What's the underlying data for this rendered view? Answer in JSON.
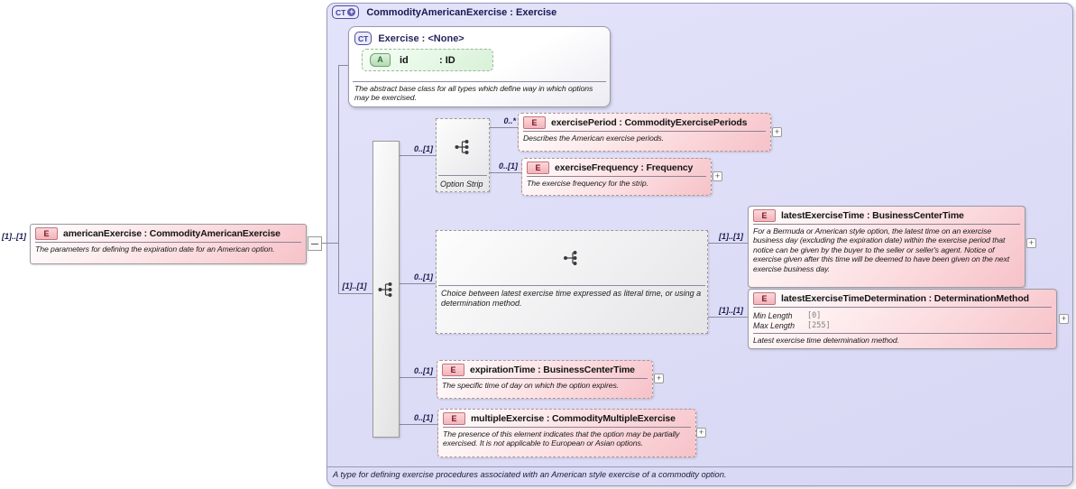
{
  "colors": {
    "container_fill": "#dcdcf6",
    "container_border": "#9a9ac2",
    "element_fill": "#f6c2c8",
    "element_border": "#ad9595",
    "attribute_fill": "#d8f1d8",
    "group_fill": "#ececee",
    "title_text": "#191950",
    "line": "#8a8a9e"
  },
  "icons": {
    "expand_glyph": "+",
    "derivation_glyph": "+"
  },
  "source_element": {
    "cardinality": "[1]..[1]",
    "badge": "E",
    "title": "americanExercise : CommodityAmericanExercise",
    "annotation": "The parameters for defining the expiration date for an American option."
  },
  "container": {
    "badge": "CT",
    "title": "CommodityAmericanExercise : Exercise",
    "footer": "A type for defining exercise procedures associated with an American style exercise of a commodity option."
  },
  "base_type": {
    "badge": "CT",
    "title": "Exercise : <None>",
    "attribute": {
      "badge": "A",
      "name": "id",
      "type": ": ID"
    },
    "annotation": "The abstract base class for all types which define way in which options may be exercised."
  },
  "content_model": {
    "cardinality": "[1]..[1]"
  },
  "groups": {
    "option_strip": {
      "cardinality": "0..[1]",
      "label": "Option Strip"
    },
    "choice": {
      "cardinality": "0..[1]",
      "annotation": "Choice between latest exercise time expressed as literal time, or using a determination method."
    }
  },
  "elements": {
    "exercisePeriod": {
      "cardinality": "0..*",
      "badge": "E",
      "title": "exercisePeriod : CommodityExercisePeriods",
      "annotation": "Describes the American exercise periods."
    },
    "exerciseFrequency": {
      "cardinality": "0..[1]",
      "badge": "E",
      "title": "exerciseFrequency : Frequency",
      "annotation": "The exercise frequency for the strip."
    },
    "latestExerciseTime": {
      "cardinality": "[1]..[1]",
      "badge": "E",
      "title": "latestExerciseTime : BusinessCenterTime",
      "annotation": "For a Bermuda or American style option, the latest time on an exercise business day (excluding the expiration date) within the exercise period that notice can be given by the buyer to the seller or seller's agent. Notice of exercise given after this time will be deemed to have been given on the next exercise business day."
    },
    "latestExerciseTimeDetermination": {
      "cardinality": "[1]..[1]",
      "badge": "E",
      "title": "latestExerciseTimeDetermination : DeterminationMethod",
      "facets": [
        {
          "label": "Min Length",
          "value": "[0]"
        },
        {
          "label": "Max Length",
          "value": "[255]"
        }
      ],
      "annotation": "Latest exercise time determination method."
    },
    "expirationTime": {
      "cardinality": "0..[1]",
      "badge": "E",
      "title": "expirationTime : BusinessCenterTime",
      "annotation": "The specific time of day on which the option expires."
    },
    "multipleExercise": {
      "cardinality": "0..[1]",
      "badge": "E",
      "title": "multipleExercise : CommodityMultipleExercise",
      "annotation": "The presence of this element indicates that the option may be partially exercised. It is not applicable to European or Asian options."
    }
  }
}
